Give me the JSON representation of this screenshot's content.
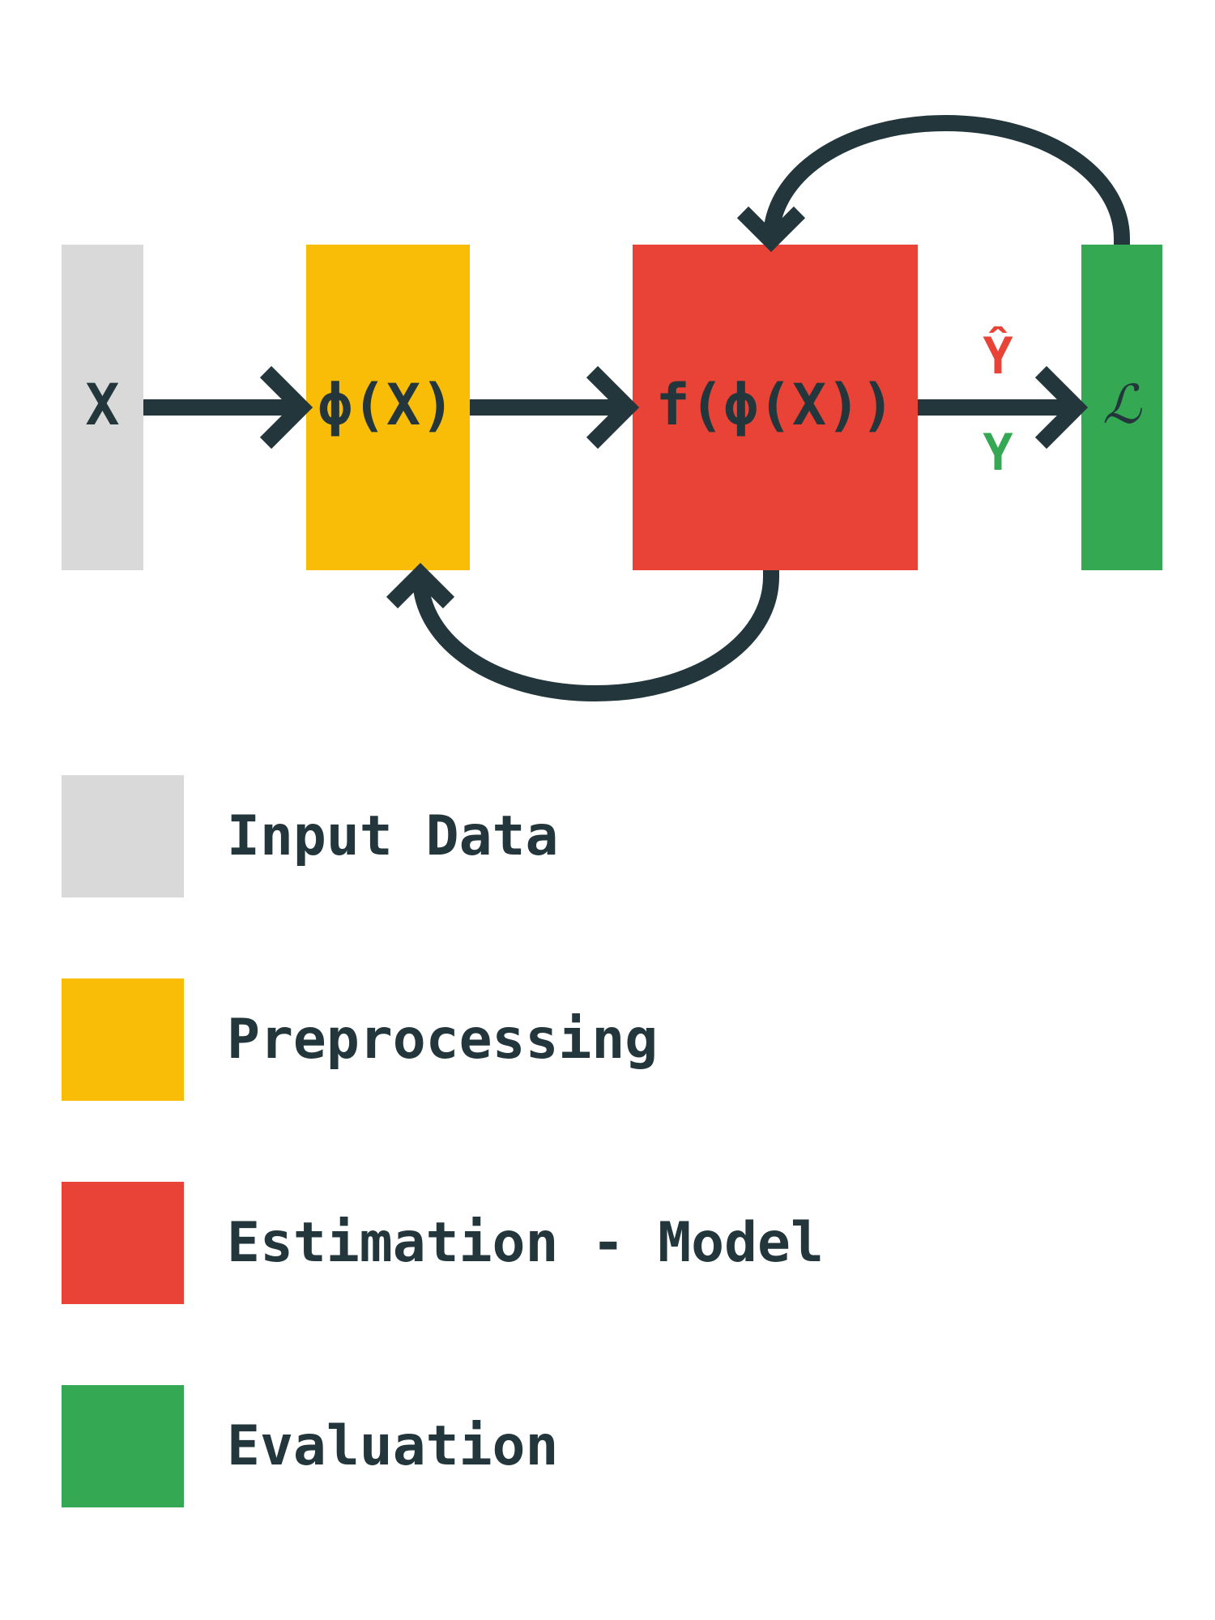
{
  "colors": {
    "input": "#d9d9d9",
    "preprocessing": "#f9bc07",
    "model": "#e84336",
    "evaluation": "#35a853",
    "ink": "#22363b",
    "y_hat": "#e84336",
    "y_true": "#35a853"
  },
  "nodes": {
    "input_label": "X",
    "preprocessing_label": "ϕ(X)",
    "model_label": "f(ϕ(X))",
    "loss_label": "ℒ"
  },
  "edge_labels": {
    "y_hat": "Ŷ",
    "y": "Y"
  },
  "legend": [
    {
      "label": "Input Data",
      "color": "#d9d9d9"
    },
    {
      "label": "Preprocessing",
      "color": "#f9bc07"
    },
    {
      "label": "Estimation - Model",
      "color": "#e84336"
    },
    {
      "label": "Evaluation",
      "color": "#35a853"
    }
  ]
}
